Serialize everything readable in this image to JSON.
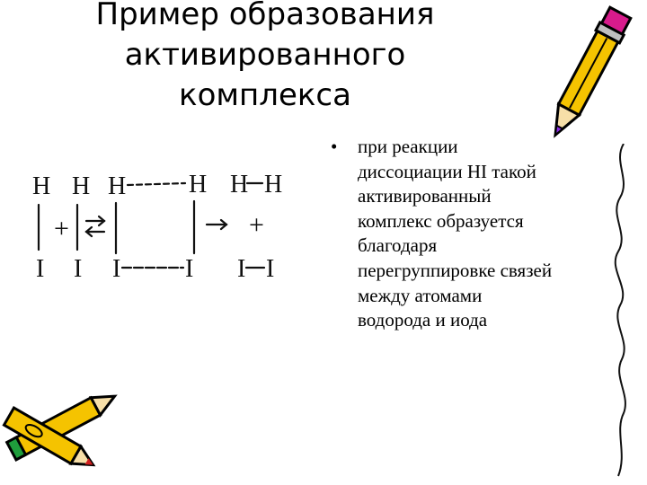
{
  "slide": {
    "title_lines": [
      "Пример образования",
      "активированного",
      "комплекса"
    ],
    "bullet_symbol": "•",
    "bullet_lines": [
      "при реакции",
      "диссоциации HI такой",
      "активированный",
      "комплекс образуется",
      "благодаря",
      "перегруппировке связей",
      "между атомами",
      "водорода и иода"
    ]
  },
  "diagram": {
    "atom_labels": {
      "h1": "H",
      "h2": "H",
      "h3": "H",
      "h4": "H",
      "h5": "H",
      "h6": "H",
      "i1": "I",
      "i2": "I",
      "i3": "I",
      "i4": "I",
      "i5": "I",
      "i6": "I"
    },
    "plus_sign": "+"
  },
  "decorations": {
    "pencil_colors": {
      "body": "#f5c300",
      "outline": "#000000",
      "eraser": "#d81b8c",
      "cap_green": "#1f9d3c",
      "tip_red": "#d02020"
    }
  }
}
